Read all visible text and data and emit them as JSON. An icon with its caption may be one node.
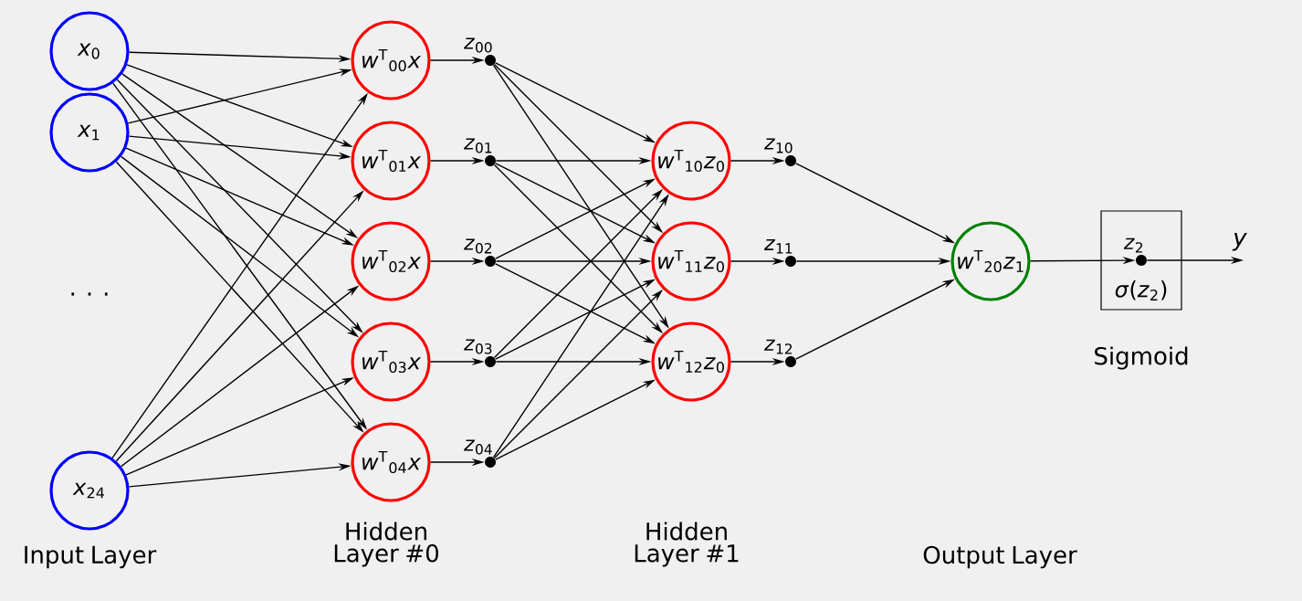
{
  "diagram": {
    "nodes": [
      {
        "text": [
          "*x*$_{0}$"
        ]
      },
      {
        "text": [
          "*x*$_{1}$"
        ]
      },
      {
        "text": [
          "*x*$_{24}$"
        ]
      },
      {
        "text": [
          "*w*$^{T}$$_{00}$*x*"
        ]
      },
      {
        "text": [
          "*w*$^{T}$$_{01}$*x*"
        ]
      },
      {
        "text": [
          "*w*$^{T}$$_{02}$*x*"
        ]
      },
      {
        "text": [
          "*w*$^{T}$$_{03}$*x*"
        ]
      },
      {
        "text": [
          "*w*$^{T}$$_{04}$*x*"
        ]
      },
      {
        "text": [
          "*z*$_{00}$"
        ]
      },
      {
        "text": [
          "*z*$_{01}$"
        ]
      },
      {
        "text": [
          "*z*$_{02}$"
        ]
      },
      {
        "text": [
          "*z*$_{03}$"
        ]
      },
      {
        "text": [
          "*z*$_{04}$"
        ]
      },
      {
        "text": [
          "*w*$^{T}$$_{10}$*z*$_{0}$"
        ]
      },
      {
        "text": [
          "*w*$^{T}$$_{11}$*z*$_{0}$"
        ]
      },
      {
        "text": [
          "*w*$^{T}$$_{12}$*z*$_{0}$"
        ]
      },
      {
        "text": [
          "*z*$_{10}$"
        ]
      },
      {
        "text": [
          "*z*$_{11}$"
        ]
      },
      {
        "text": [
          "*z*$_{12}$"
        ]
      },
      {
        "text": [
          "*w*$^{T}$$_{20}$*z*$_{1}$"
        ]
      },
      {
        "text": [
          "*σ*(*z*$_{2}$)"
        ],
        "beside": [
          "Sigmoid"
        ]
      },
      {
        "text": [
          "*z*$_{2}$"
        ],
        "in": 20
      }
    ],
    "edges": [
      {
        "from": 0,
        "to": 3,
        "arrow": "to"
      },
      {
        "from": 0,
        "to": 4,
        "arrow": "to"
      },
      {
        "from": 0,
        "to": 5,
        "arrow": "to"
      },
      {
        "from": 0,
        "to": 6,
        "arrow": "to"
      },
      {
        "from": 0,
        "to": 7,
        "arrow": "to"
      },
      {
        "from": 1,
        "to": 3,
        "arrow": "to"
      },
      {
        "from": 1,
        "to": 4,
        "arrow": "to"
      },
      {
        "from": 1,
        "to": 5,
        "arrow": "to"
      },
      {
        "from": 1,
        "to": 6,
        "arrow": "to"
      },
      {
        "from": 1,
        "to": 7,
        "arrow": "to"
      },
      {
        "from": 2,
        "to": 3,
        "arrow": "to"
      },
      {
        "from": 2,
        "to": 4,
        "arrow": "to"
      },
      {
        "from": 2,
        "to": 5,
        "arrow": "to"
      },
      {
        "from": 2,
        "to": 6,
        "arrow": "to"
      },
      {
        "from": 2,
        "to": 7,
        "arrow": "to"
      },
      {
        "from": 3,
        "to": 8,
        "arrow": "to"
      },
      {
        "from": 4,
        "to": 9,
        "arrow": "to"
      },
      {
        "from": 5,
        "to": 10,
        "arrow": "to"
      },
      {
        "from": 6,
        "to": 11,
        "arrow": "to"
      },
      {
        "from": 7,
        "to": 12,
        "arrow": "to"
      },
      {
        "from": 8,
        "to": 13,
        "arrow": "to"
      },
      {
        "from": 8,
        "to": 14,
        "arrow": "to"
      },
      {
        "from": 8,
        "to": 15,
        "arrow": "to"
      },
      {
        "from": 9,
        "to": 13,
        "arrow": "to"
      },
      {
        "from": 9,
        "to": 14,
        "arrow": "to"
      },
      {
        "from": 9,
        "to": 15,
        "arrow": "to"
      },
      {
        "from": 10,
        "to": 13,
        "arrow": "to"
      },
      {
        "from": 10,
        "to": 14,
        "arrow": "to"
      },
      {
        "from": 10,
        "to": 15,
        "arrow": "to"
      },
      {
        "from": 11,
        "to": 13,
        "arrow": "to"
      },
      {
        "from": 11,
        "to": 14,
        "arrow": "to"
      },
      {
        "from": 11,
        "to": 15,
        "arrow": "to"
      },
      {
        "from": 12,
        "to": 13,
        "arrow": "to"
      },
      {
        "from": 12,
        "to": 14,
        "arrow": "to"
      },
      {
        "from": 12,
        "to": 15,
        "arrow": "to"
      },
      {
        "from": 13,
        "to": 16,
        "arrow": "to"
      },
      {
        "from": 14,
        "to": 17,
        "arrow": "to"
      },
      {
        "from": 15,
        "to": 18,
        "arrow": "to"
      },
      {
        "from": 16,
        "to": 19,
        "arrow": "to"
      },
      {
        "from": 17,
        "to": 19,
        "arrow": "to"
      },
      {
        "from": 18,
        "to": 19,
        "arrow": "to"
      },
      {
        "from": 19,
        "to": 21,
        "arrow": "to"
      },
      {
        "from": 21,
        "to": null,
        "arrow": "to",
        "label": "*y*"
      }
    ],
    "labels": [
      ". . .",
      "Input Layer",
      "Hidden Layer #0",
      "Hidden Layer #1",
      "Output Layer"
    ]
  }
}
